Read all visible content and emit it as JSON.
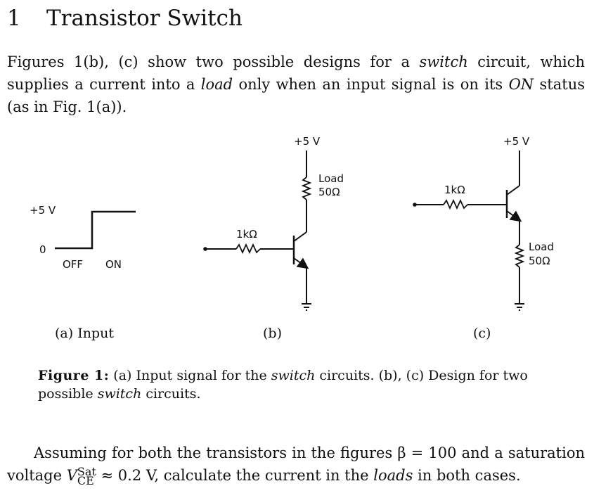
{
  "heading": {
    "number": "1",
    "text": "Transistor Switch"
  },
  "intro": {
    "t1": "Figures 1(b), (c) show two possible designs for a ",
    "e1": "switch",
    "t2": " circuit, which supplies a current into a ",
    "e2": "load",
    "t3": " only when an input signal is on its ",
    "e3": "ON",
    "t4": " status (as in Fig. 1(a))."
  },
  "figure": {
    "input": {
      "plus5": "+5 V",
      "zero": "0",
      "off": "OFF",
      "on": "ON",
      "sub": "(a) Input"
    },
    "b": {
      "supply": "+5 V",
      "load1": "Load",
      "load2": "50Ω",
      "rbase": "1kΩ",
      "sub": "(b)"
    },
    "c": {
      "supply": "+5 V",
      "rbase": "1kΩ",
      "load1": "Load",
      "load2": "50Ω",
      "sub": "(c)"
    }
  },
  "caption": {
    "label": "Figure 1:",
    "t1": " (a) Input signal for the ",
    "e1": "switch",
    "t2": " circuits. (b), (c) Design for two possible ",
    "e2": "switch",
    "t3": " circuits."
  },
  "question": {
    "t1": "Assuming for both the transistors in the figures β = 100 and a saturation voltage ",
    "v": "V",
    "sup": "Sat",
    "sub": "CE",
    "t2": " ≈ 0.2 V, calculate the current in the ",
    "e1": "loads",
    "t3": " in both cases."
  }
}
